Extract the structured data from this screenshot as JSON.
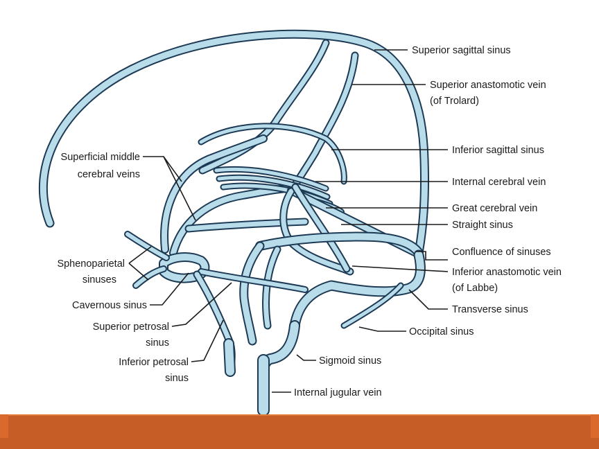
{
  "diagram": {
    "labels": {
      "superior_sagittal_sinus": "Superior sagittal sinus",
      "superior_anastomotic_vein_1": "Superior anastomotic vein",
      "superior_anastomotic_vein_2": "(of Trolard)",
      "inferior_sagittal_sinus": "Inferior sagittal sinus",
      "internal_cerebral_vein": "Internal cerebral vein",
      "great_cerebral_vein": "Great cerebral vein",
      "straight_sinus": "Straight sinus",
      "confluence_of_sinuses": "Confluence of sinuses",
      "inferior_anastomotic_vein_1": "Inferior anastomotic vein",
      "inferior_anastomotic_vein_2": "(of Labbe)",
      "transverse_sinus": "Transverse sinus",
      "occipital_sinus": "Occipital sinus",
      "sigmoid_sinus": "Sigmoid sinus",
      "internal_jugular_vein": "Internal jugular vein",
      "superficial_middle_cerebral_veins_1": "Superficial middle",
      "superficial_middle_cerebral_veins_2": "cerebral veins",
      "sphenoparietal_sinuses_1": "Sphenoparietal",
      "sphenoparietal_sinuses_2": "sinuses",
      "cavernous_sinus": "Cavernous sinus",
      "superior_petrosal_sinus_1": "Superior petrosal",
      "superior_petrosal_sinus_2": "sinus",
      "inferior_petrosal_sinus_1": "Inferior petrosal",
      "inferior_petrosal_sinus_2": "sinus"
    },
    "colors": {
      "vein_fill": "#b9dcea",
      "vein_outline": "#1d3a55",
      "footer_bar": "#c75d26"
    }
  }
}
